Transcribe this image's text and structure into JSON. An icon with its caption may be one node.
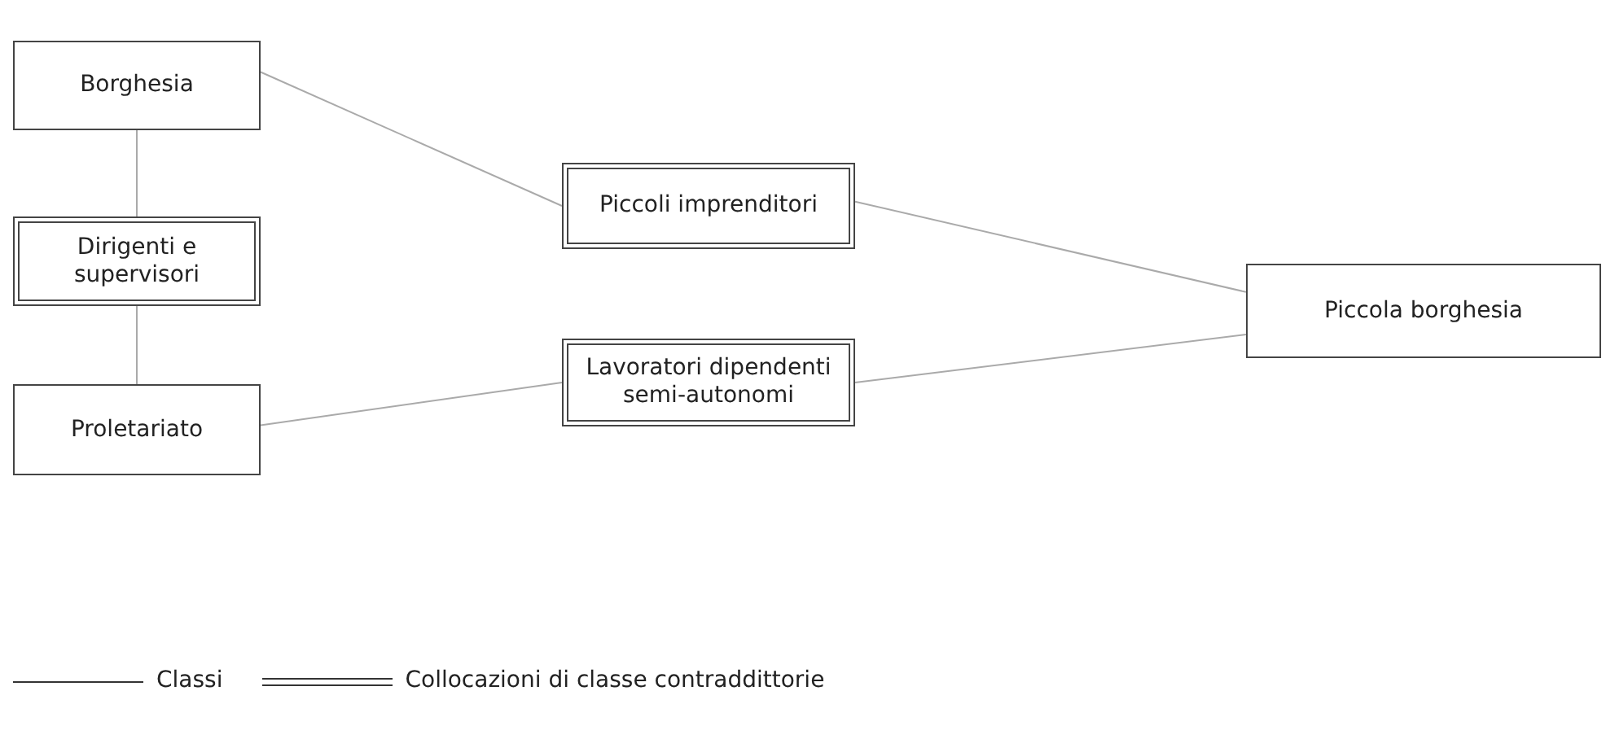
{
  "diagram": {
    "nodes": [
      {
        "text": [
          "Borghesia"
        ]
      },
      {
        "text": [
          "Dirigenti e supervisori"
        ]
      },
      {
        "text": [
          "Proletariato"
        ]
      },
      {
        "text": [
          "Piccoli imprenditori"
        ]
      },
      {
        "text": [
          "Lavoratori dipendenti semi-autonomi"
        ]
      },
      {
        "text": [
          "Piccola borghesia"
        ]
      }
    ],
    "edges": [
      {
        "from": 0,
        "to": 1,
        "arrow": "none"
      },
      {
        "from": 1,
        "to": 2,
        "arrow": "none"
      },
      {
        "from": 0,
        "to": 3,
        "arrow": "none"
      },
      {
        "from": 3,
        "to": 5,
        "arrow": "none"
      },
      {
        "from": 2,
        "to": 4,
        "arrow": "none"
      },
      {
        "from": 4,
        "to": 5,
        "arrow": "none"
      }
    ],
    "legend": [
      {
        "text": "Classi"
      },
      {
        "text": "Collocazioni di classe contraddittorie"
      }
    ]
  }
}
